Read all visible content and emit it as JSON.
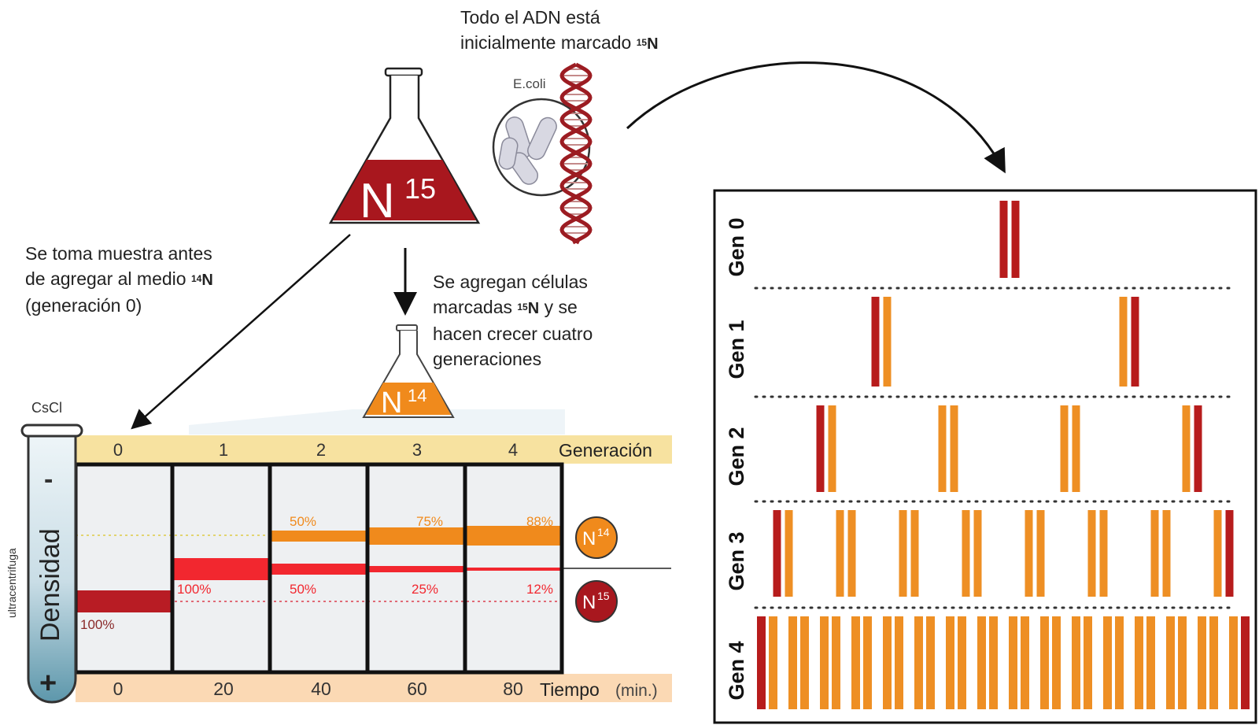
{
  "top_text": {
    "line1": "Todo el ADN está",
    "line2": "inicialmente marcado",
    "iso_sup": "15",
    "iso_el": "N"
  },
  "ecoli_label": "E.coli",
  "flask_big": {
    "el": "N",
    "sup": "15"
  },
  "flask_small": {
    "el": "N",
    "sup": "14"
  },
  "left_text": {
    "line1": "Se toma muestra antes",
    "line2": "de agregar al medio",
    "iso_sup": "14",
    "iso_el": "N",
    "line3": "(generación 0)"
  },
  "mid_text": {
    "line1": "Se agregan células",
    "line2a": "marcadas",
    "iso_sup": "15",
    "iso_el": "N",
    "line2b": "y se",
    "line3": "hacen crecer cuatro",
    "line4": "generaciones"
  },
  "tube": {
    "top_label": "CsCl",
    "minus": "-",
    "plus": "+",
    "axis_label": "Densidad",
    "side_label": "ultracentrifuga"
  },
  "generation_row": {
    "values": [
      "0",
      "1",
      "2",
      "3",
      "4"
    ],
    "label": "Generación"
  },
  "time_row": {
    "values": [
      "0",
      "20",
      "40",
      "60",
      "80"
    ],
    "label": "Tiempo",
    "unit": "(min.)"
  },
  "columns": [
    {
      "gen": 0,
      "n14_pct": null,
      "n15_pct": "100%"
    },
    {
      "gen": 1,
      "n14_pct": null,
      "n15_pct": "100%"
    },
    {
      "gen": 2,
      "n14_pct": "50%",
      "n15_pct": "50%"
    },
    {
      "gen": 3,
      "n14_pct": "75%",
      "n15_pct": "25%"
    },
    {
      "gen": 4,
      "n14_pct": "88%",
      "n15_pct": "12%"
    }
  ],
  "legend": {
    "n14": {
      "el": "N",
      "sup": "14"
    },
    "n15": {
      "el": "N",
      "sup": "15"
    }
  },
  "colors": {
    "heavy": "#b81c24",
    "hybrid": "#f2272f",
    "light": "#f08a1c",
    "strand_orange": "#ee8f24",
    "strand_red": "#b71c1c",
    "band_yellow": "#f7e2a0",
    "band_peach": "#fbd9b4"
  },
  "panel": {
    "rows": [
      {
        "label": "Gen 0",
        "molecules": [
          "RR"
        ]
      },
      {
        "label": "Gen 1",
        "molecules": [
          "RO",
          "OR"
        ]
      },
      {
        "label": "Gen 2",
        "molecules": [
          "RO",
          "OO",
          "OO",
          "OR"
        ]
      },
      {
        "label": "Gen 3",
        "molecules": [
          "RO",
          "OO",
          "OO",
          "OO",
          "OO",
          "OO",
          "OO",
          "OR"
        ]
      },
      {
        "label": "Gen 4",
        "molecules": [
          "RO",
          "OO",
          "OO",
          "OO",
          "OO",
          "OO",
          "OO",
          "OO",
          "OO",
          "OO",
          "OO",
          "OO",
          "OO",
          "OO",
          "OO",
          "OR"
        ]
      }
    ]
  }
}
